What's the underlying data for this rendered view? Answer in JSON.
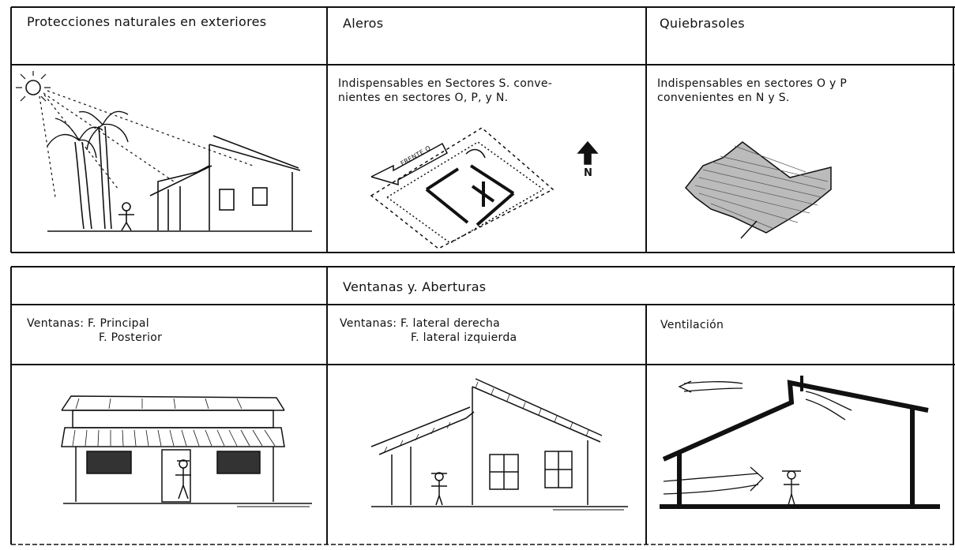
{
  "table_top": {
    "col1_header": "Protecciones naturales en exteriores",
    "col2_header": "Aleros",
    "col3_header": "Quiebrasoles",
    "col2_note_line1": "Indispensables en Sectores S. conve-",
    "col2_note_line2": "nientes en sectores O, P, y N.",
    "col3_note_line1": "Indispensables en sectores O y P",
    "col3_note_line2": "convenientes en N y S.",
    "north_label": "N",
    "plan_label": "FRENTE O"
  },
  "table_bottom": {
    "title": "Ventanas y. Aberturas",
    "col1_header_line1": "Ventanas: F. Principal",
    "col1_header_line2": "F. Posterior",
    "col2_header_line1": "Ventanas: F. lateral derecha",
    "col2_header_line2": "F. lateral izquierda",
    "col3_header": "Ventilación"
  },
  "colors": {
    "ink": "#111111",
    "paper": "#ffffff",
    "hatch": "#555555"
  }
}
